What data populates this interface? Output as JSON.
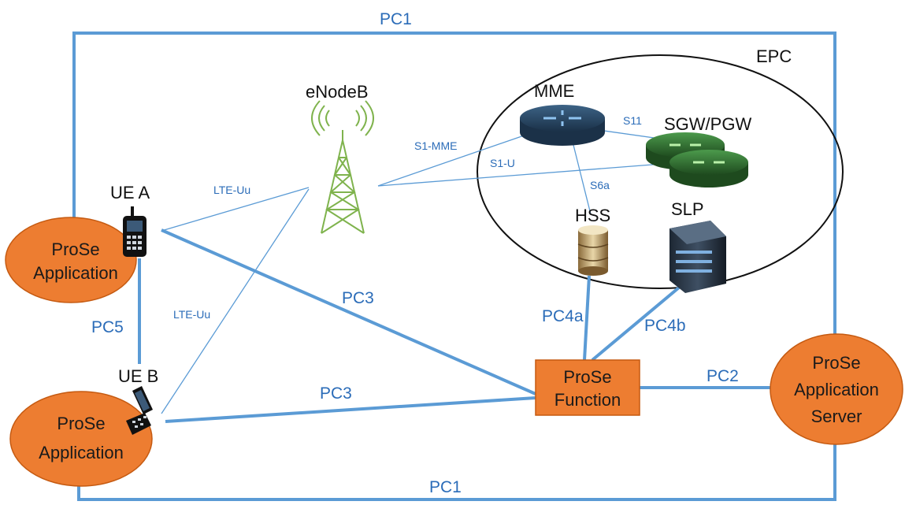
{
  "colors": {
    "link": "#5b9bd5",
    "link_label": "#2e75b6",
    "node_fill": "#ed7d31",
    "node_stroke": "#c55a11",
    "tower": "#7fb34d",
    "mme_body": "#2a4a66",
    "sgw_body": "#2f6a2f"
  },
  "labels": {
    "pc1_top": "PC1",
    "pc1_bottom": "PC1",
    "pc2": "PC2",
    "pc3_a": "PC3",
    "pc3_b": "PC3",
    "pc4a": "PC4a",
    "pc4b": "PC4b",
    "pc5": "PC5",
    "lte_uu_a": "LTE-Uu",
    "lte_uu_b": "LTE-Uu",
    "s1_mme": "S1-MME",
    "s1_u": "S1-U",
    "s11": "S11",
    "s6a": "S6a"
  },
  "nodes": {
    "epc": "EPC",
    "enodeb": "eNodeB",
    "mme": "MME",
    "sgw_pgw": "SGW/PGW",
    "hss": "HSS",
    "slp": "SLP",
    "ue_a": "UE A",
    "ue_b": "UE B",
    "app_a_line1": "ProSe",
    "app_a_line2": "Application",
    "app_b_line1": "ProSe",
    "app_b_line2": "Application",
    "function_line1": "ProSe",
    "function_line2": "Function",
    "server_line1": "ProSe",
    "server_line2": "Application",
    "server_line3": "Server"
  }
}
